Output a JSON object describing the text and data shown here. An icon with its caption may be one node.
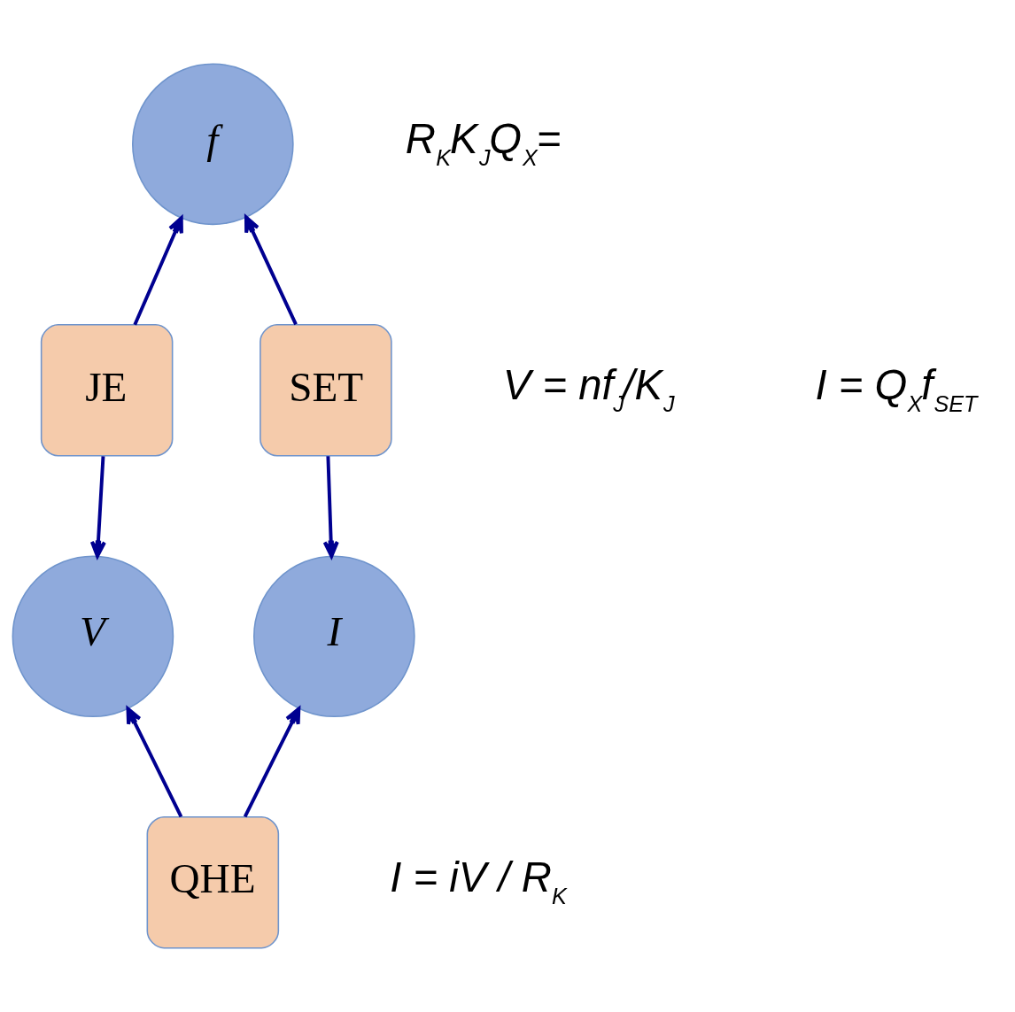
{
  "diagram": {
    "nodes": [
      {
        "text": [
          "f"
        ]
      },
      {
        "text": [
          "JE"
        ]
      },
      {
        "text": [
          "SET"
        ]
      },
      {
        "text": [
          "V"
        ]
      },
      {
        "text": [
          "QHE"
        ]
      },
      {
        "text": [
          "I"
        ]
      }
    ],
    "edges": [
      {
        "from": 1,
        "to": 0,
        "arrow": "to"
      },
      {
        "from": 1,
        "to": 3,
        "arrow": "to"
      },
      {
        "from": 2,
        "to": 0,
        "arrow": "to"
      },
      {
        "from": 2,
        "to": 5,
        "arrow": "to"
      },
      {
        "from": 4,
        "to": 3,
        "arrow": "to"
      },
      {
        "from": 4,
        "to": 5,
        "arrow": "to"
      }
    ],
    "labels": [
      "R$_{K}$K$_{J}$Q$_{X}$=",
      "V = nf$_{J}$/K$_{J}$",
      "I = Q$_{X}$f$_{SET}$",
      "I = iV / R$_{K}$"
    ]
  }
}
